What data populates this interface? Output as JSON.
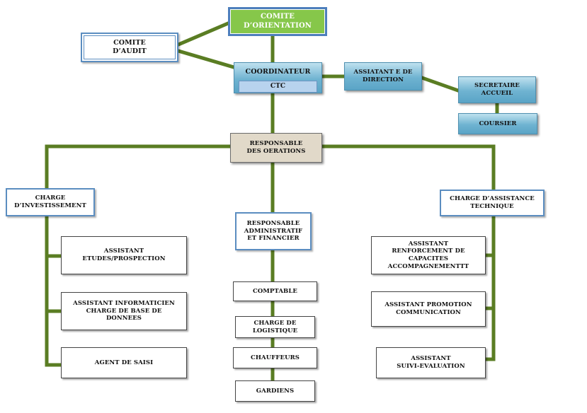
{
  "nodes": {
    "comite_orientation": [
      "COMITE",
      "D’ORIENTATION"
    ],
    "comite_audit": [
      "COMITE",
      "D’AUDIT"
    ],
    "coordinateur": {
      "title": "COORDINATEUR",
      "sub": "CTC"
    },
    "assistante_direction": [
      "ASSIATANT E  DE",
      "DIRECTION"
    ],
    "secretaire_accueil": [
      "SECRETAIRE",
      "ACCUEIL"
    ],
    "coursier": [
      "COURSIER"
    ],
    "responsable_operations": [
      "RESPONSABLE",
      "DES OERATIONS"
    ],
    "charge_investissement": [
      "CHARGE",
      "D’INVESTISSEMENT"
    ],
    "responsable_administratif": [
      "RESPONSABLE",
      "ADMINISTRATIF",
      "ET FINANCIER"
    ],
    "charge_assistance_technique": [
      "CHARGE D’ASSISTANCE",
      "TECHNIQUE"
    ],
    "assistant_etudes": [
      "ASSISTANT",
      "ETUDES/PROSPECTION"
    ],
    "assistant_informaticien": [
      "ASSISTANT INFORMATICIEN",
      "CHARGE DE BASE DE",
      "DONNEES"
    ],
    "agent_saisi": [
      "AGENT DE SAISI"
    ],
    "comptable": [
      "COMPTABLE"
    ],
    "charge_logistique": [
      "CHARGE DE",
      "LOGISTIQUE"
    ],
    "chauffeurs": [
      "CHAUFFEURS"
    ],
    "gardiens": [
      "GARDIENS"
    ],
    "assistant_renforcement": [
      "ASSISTANT",
      "RENFORCEMENT DE",
      "CAPACITES",
      "ACCOMPAGNEMENTTT"
    ],
    "assistant_promotion": [
      "ASSISTANT PROMOTION",
      "COMMUNICATION"
    ],
    "assistant_suivi": [
      "ASSISTANT",
      "SUIVI-EVALUATION"
    ]
  },
  "colors": {
    "connector": "#5a7d23",
    "box_blue": "#6fb3d1",
    "orientation_green": "#86c74a",
    "operations_beige": "#e1d9c9"
  }
}
